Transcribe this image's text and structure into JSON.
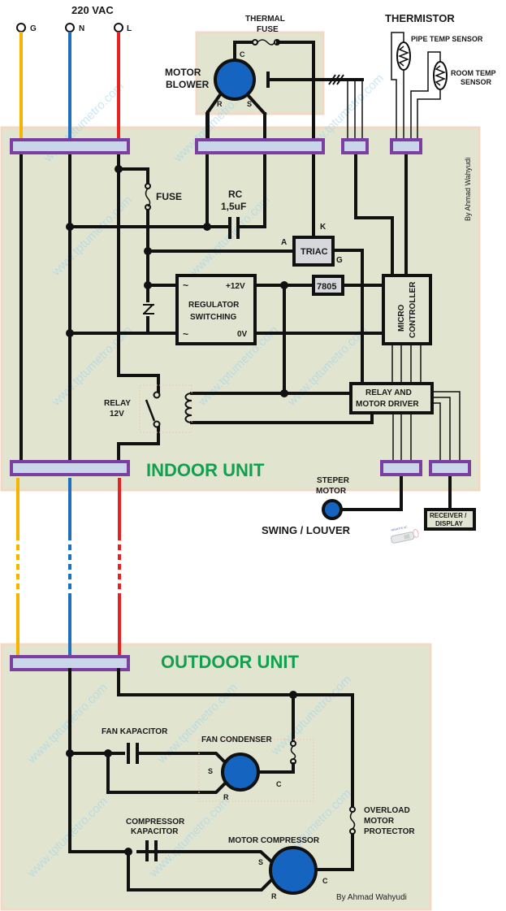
{
  "title": "220 VAC",
  "power_terminals": [
    {
      "label": "G",
      "color": "#f5b400"
    },
    {
      "label": "N",
      "color": "#1e6fc0"
    },
    {
      "label": "L",
      "color": "#e82020"
    }
  ],
  "indoor": {
    "unit_label": "INDOOR UNIT",
    "unit_label_color": "#10a050",
    "motor_blower": {
      "label_line1": "MOTOR",
      "label_line2": "BLOWER",
      "pin_c": "C",
      "pin_r": "R",
      "pin_s": "S"
    },
    "thermal_fuse": {
      "line1": "THERMAL",
      "line2": "FUSE"
    },
    "thermistor": {
      "title": "THERMISTOR",
      "pipe": "PIPE TEMP SENSOR",
      "room_line1": "ROOM TEMP",
      "room_line2": "SENSOR"
    },
    "fuse": "FUSE",
    "rc": {
      "line1": "RC",
      "line2": "1,5uF"
    },
    "triac": {
      "label": "TRIAC",
      "pin_a": "A",
      "pin_k": "K",
      "pin_g": "G"
    },
    "regulator": {
      "line1": "REGULATOR",
      "line2": "SWITCHING",
      "in1": "~",
      "in2": "~",
      "out1": "+12V",
      "out2": "0V"
    },
    "vreg": "7805",
    "micro": {
      "line1": "MICRO",
      "line2": "CONTROLLER"
    },
    "relay": {
      "line1": "RELAY",
      "line2": "12V"
    },
    "driver": {
      "line1": "RELAY AND",
      "line2": "MOTOR DRIVER"
    },
    "stepper": {
      "line1": "STEPER",
      "line2": "MOTOR"
    },
    "swing": "SWING / LOUVER",
    "receiver": {
      "line1": "RECEIVER /",
      "line2": "DISPLAY"
    },
    "remote": "REMOTE AC",
    "author": "By Ahmad Wahyudi"
  },
  "outdoor": {
    "unit_label": "OUTDOOR UNIT",
    "unit_label_color": "#10a050",
    "fan_capacitor": "FAN KAPACITOR",
    "fan_condenser": {
      "label": "FAN CONDENSER",
      "pin_s": "S",
      "pin_r": "R",
      "pin_c": "C"
    },
    "compressor_capacitor": {
      "line1": "COMPRESSOR",
      "line2": "KAPACITOR"
    },
    "motor_compressor": {
      "label": "MOTOR COMPRESSOR",
      "pin_s": "S",
      "pin_r": "R",
      "pin_c": "C"
    },
    "overload": {
      "line1": "OVERLOAD",
      "line2": "MOTOR",
      "line3": "PROTECTOR"
    },
    "author": "By Ahmad Wahyudi"
  },
  "watermark": "www.tptumetro.com"
}
